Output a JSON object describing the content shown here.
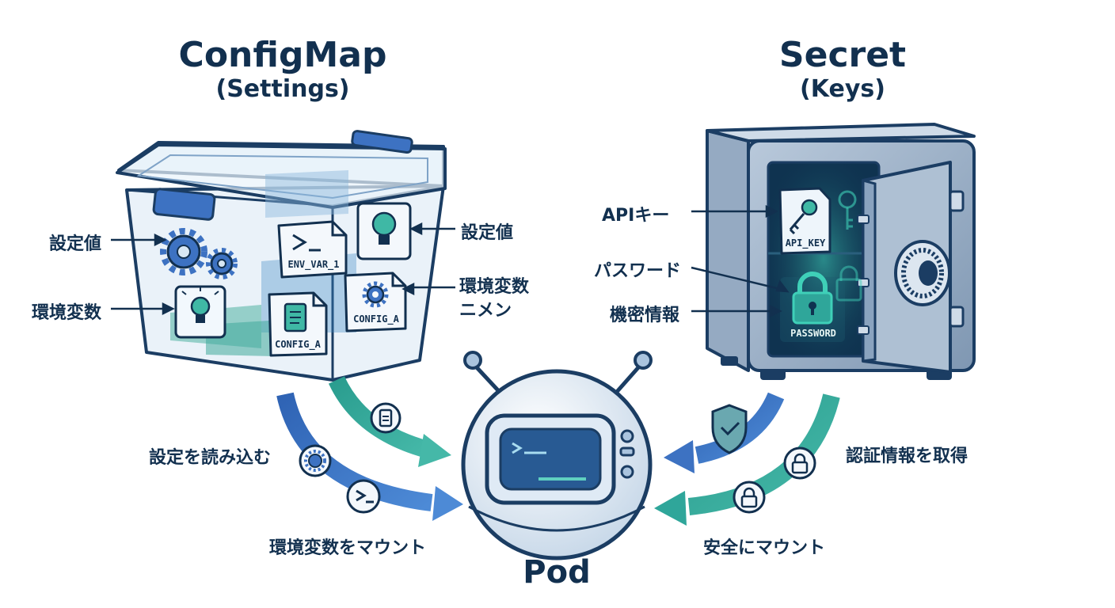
{
  "configmap": {
    "title": "ConfigMap",
    "subtitle": "(Settings)",
    "labels": {
      "left_top": "設定値",
      "left_bottom": "環境変数",
      "right_top": "設定値",
      "right_bottom_line1": "環境変数",
      "right_bottom_line2": "ニメン"
    },
    "files": {
      "terminal": "ENV_VAR_1",
      "document": "CONFIG_A",
      "gear": "CONFIG_A"
    },
    "flows": {
      "read": "設定を読み込む",
      "mount": "環境変数をマウント"
    }
  },
  "secret": {
    "title": "Secret",
    "subtitle": "(Keys)",
    "labels": {
      "api": "APIキー",
      "password": "パスワード",
      "confidential": "機密情報"
    },
    "items": {
      "key": "API_KEY",
      "lock": "PASSWORD"
    },
    "flows": {
      "auth": "認証情報を取得",
      "mount": "安全にマウント"
    }
  },
  "pod": {
    "label": "Pod"
  },
  "colors": {
    "navy": "#12304f",
    "blue": "#3d72c2",
    "teal": "#2fa69a",
    "steel": "#8aa3bf"
  }
}
